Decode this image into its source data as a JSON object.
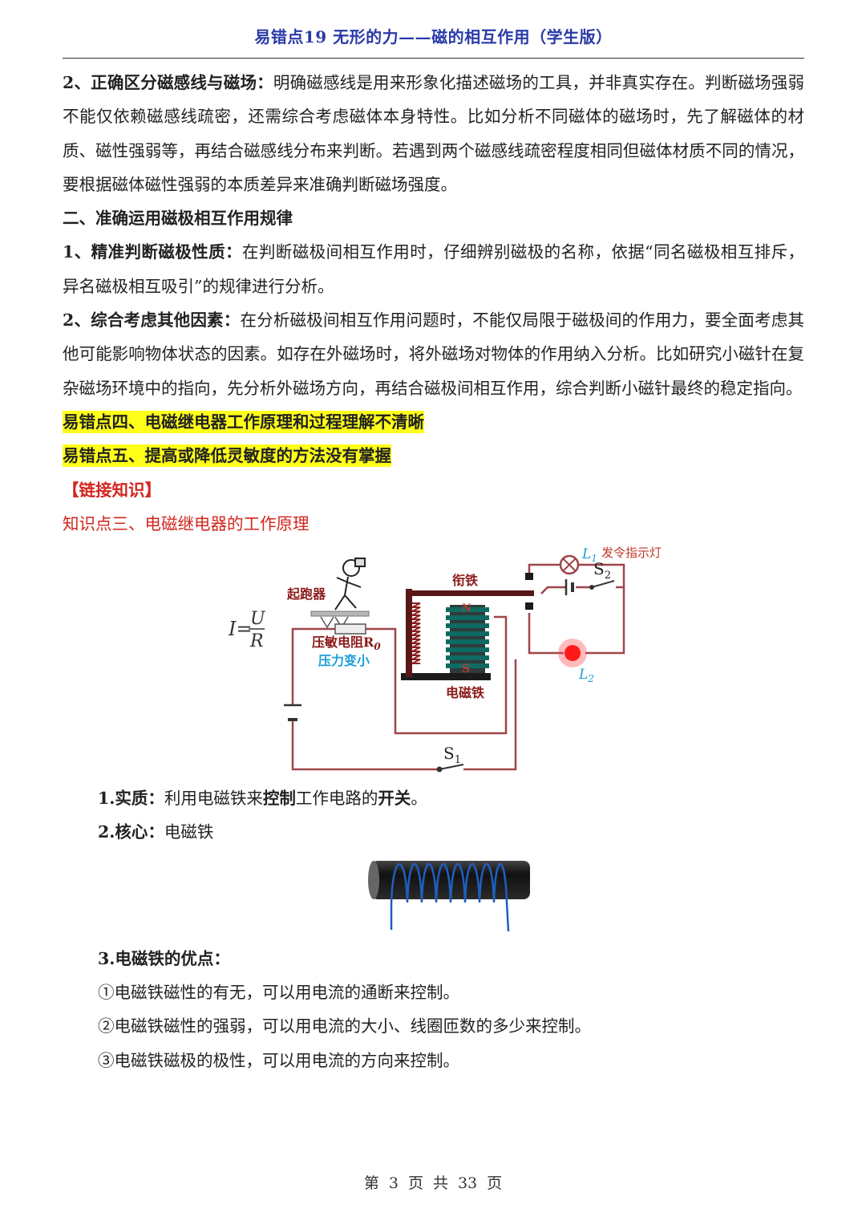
{
  "header": {
    "title": "易错点19  无形的力——磁的相互作用（学生版）"
  },
  "paragraphs": {
    "p1_lead": "2、正确区分磁感线与磁场：",
    "p1_body": "明确磁感线是用来形象化描述磁场的工具，并非真实存在。判断磁场强弱不能仅依赖磁感线疏密，还需综合考虑磁体本身特性。比如分析不同磁体的磁场时，先了解磁体的材质、磁性强弱等，再结合磁感线分布来判断。若遇到两个磁感线疏密程度相同但磁体材质不同的情况，要根据磁体磁性强弱的本质差异来准确判断磁场强度。",
    "sec2_title": "二、准确运用磁极相互作用规律",
    "p2_lead": "1、精准判断磁极性质：",
    "p2_body": "在判断磁极间相互作用时，仔细辨别磁极的名称，依据“同名磁极相互排斥，异名磁极相互吸引”的规律进行分析。",
    "p3_lead": "2、综合考虑其他因素：",
    "p3_body": "在分析磁极间相互作用问题时，不能仅局限于磁极间的作用力，要全面考虑其他可能影响物体状态的因素。如存在外磁场时，将外磁场对物体的作用纳入分析。比如研究小磁针在复杂磁场环境中的指向，先分析外磁场方向，再结合磁极间相互作用，综合判断小磁针最终的稳定指向。",
    "hl1": "易错点四、电磁继电器工作原理和过程理解不清晰",
    "hl2": "易错点五、提高或降低灵敏度的方法没有掌握",
    "link_label": "【链接知识】",
    "kp3_title": "知识点三、电磁继电器的工作原理"
  },
  "diagram_labels": {
    "formula_i": "I=",
    "formula_u": "U",
    "formula_r": "R",
    "starter": "起跑器",
    "armature": "衔铁",
    "resistor": "压敏电阻R",
    "resistor_sub": "0",
    "pressure": "压力变小",
    "electromagnet": "电磁铁",
    "pole_n": "N",
    "pole_s": "S",
    "lamp1": "L",
    "lamp1_sub": "1",
    "lamp_desc": "发令指示灯",
    "lamp2": "L",
    "lamp2_sub": "2",
    "switch1": "S",
    "switch1_sub": "1",
    "switch2": "S",
    "switch2_sub": "2"
  },
  "items": {
    "essence_label": "1.实质：",
    "essence_text_a": "利用电磁铁来",
    "essence_bold_a": "控制",
    "essence_text_b": "工作电路的",
    "essence_bold_b": "开关",
    "essence_end": "。",
    "core_label": "2.核心：",
    "core_text": "电磁铁",
    "adv_title": "3.电磁铁的优点：",
    "adv1": "①电磁铁磁性的有无，可以用电流的通断来控制。",
    "adv2": "②电磁铁磁性的强弱，可以用电流的大小、线圈匝数的多少来控制。",
    "adv3": "③电磁铁磁极的极性，可以用电流的方向来控制。"
  },
  "footer": {
    "di": "第",
    "page": "3",
    "ye1": "页",
    "gong": "共",
    "total": "33",
    "ye2": "页"
  },
  "colors": {
    "header_blue": "#2a3aa8",
    "highlight_yellow": "#ffff1a",
    "link_red": "#d2261f",
    "label_cyan": "#1aa0d8",
    "label_maroon": "#8b1a1a",
    "coil_blue": "#1f5fbf"
  }
}
